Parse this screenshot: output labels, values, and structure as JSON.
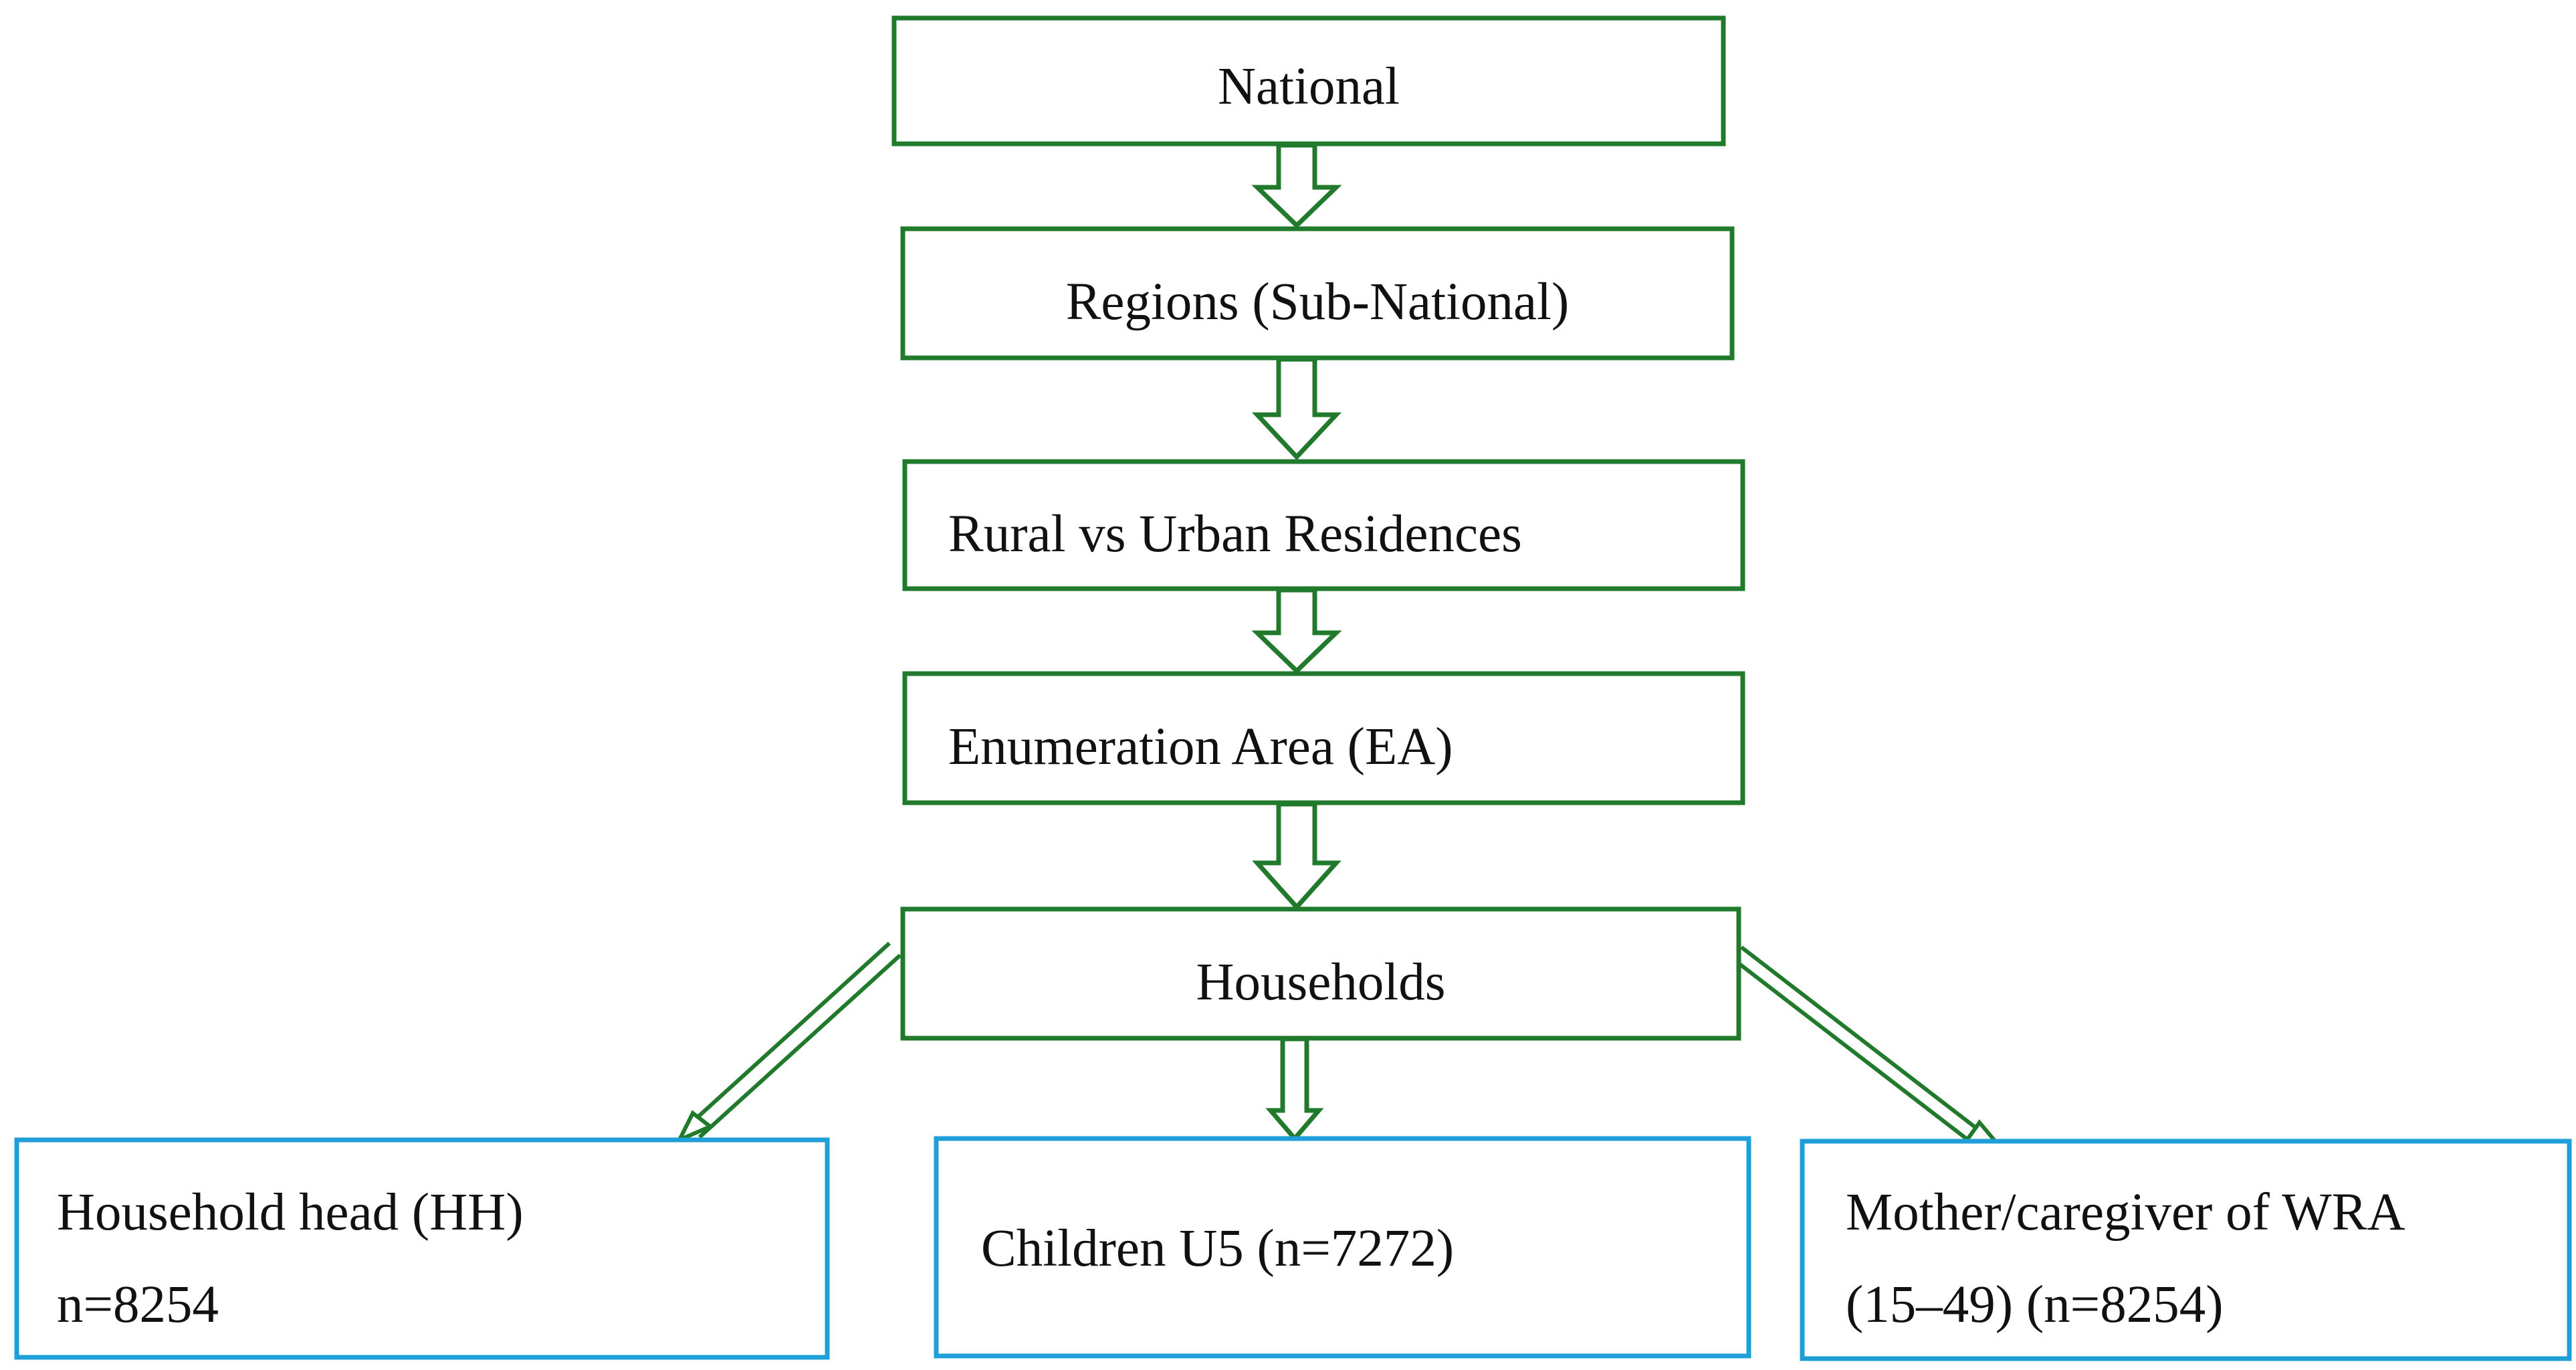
{
  "colors": {
    "primary_border": "#217a2c",
    "leaf_border": "#1e9fd8",
    "arrow": "#217a2c",
    "text": "#111111"
  },
  "nodes": {
    "national": {
      "label": "National"
    },
    "regions": {
      "label": "Regions (Sub-National)"
    },
    "residence": {
      "label": "Rural vs Urban Residences"
    },
    "ea": {
      "label": "Enumeration Area (EA)"
    },
    "households": {
      "label": "Households"
    },
    "hh_head": {
      "line1": "Household head (HH)",
      "line2": "n=8254"
    },
    "children": {
      "label": "Children U5 (n=7272)"
    },
    "mother": {
      "line1": "Mother/caregiver of WRA",
      "line2": "(15–49) (n=8254)"
    }
  }
}
